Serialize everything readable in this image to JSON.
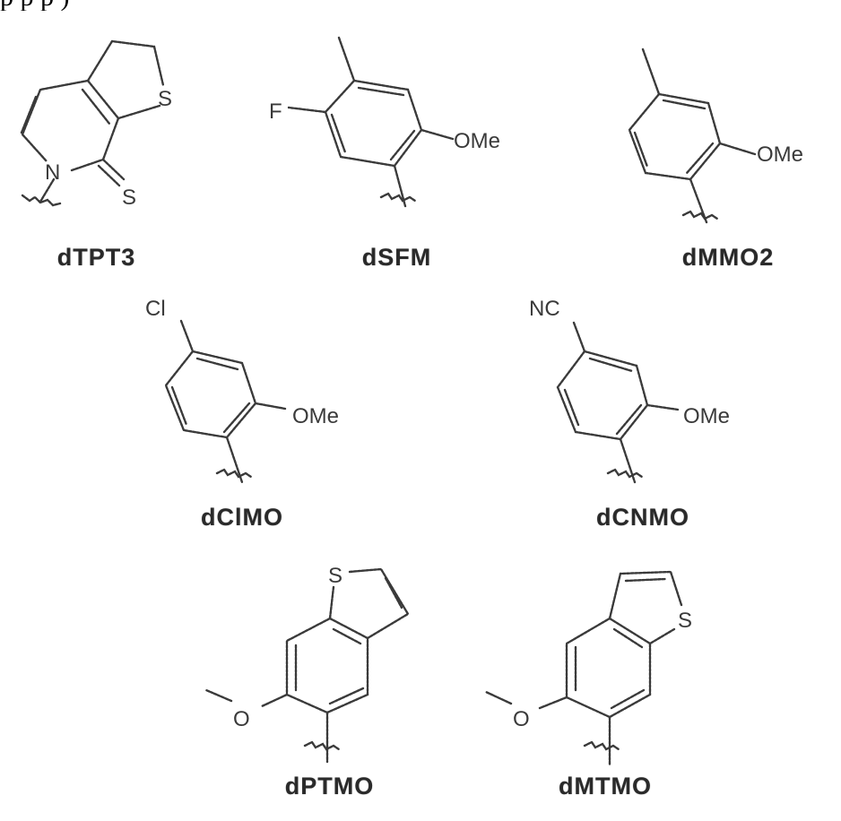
{
  "figure": {
    "top_text_fragment": "p p  p )",
    "structures": [
      {
        "id": "dTPT3",
        "label": "dTPT3",
        "atoms": [
          "S",
          "N",
          "S"
        ]
      },
      {
        "id": "dSFM",
        "label": "dSFM",
        "atoms": [
          "F",
          "OMe"
        ]
      },
      {
        "id": "dMMO2",
        "label": "dMMO2",
        "atoms": [
          "OMe"
        ]
      },
      {
        "id": "dClMO",
        "label": "dClMO",
        "atoms": [
          "Cl",
          "OMe"
        ]
      },
      {
        "id": "dCNMO",
        "label": "dCNMO",
        "atoms": [
          "NC",
          "OMe"
        ]
      },
      {
        "id": "dPTMO",
        "label": "dPTMO",
        "atoms": [
          "S",
          "O"
        ]
      },
      {
        "id": "dMTMO",
        "label": "dMTMO",
        "atoms": [
          "S",
          "O"
        ]
      }
    ]
  }
}
